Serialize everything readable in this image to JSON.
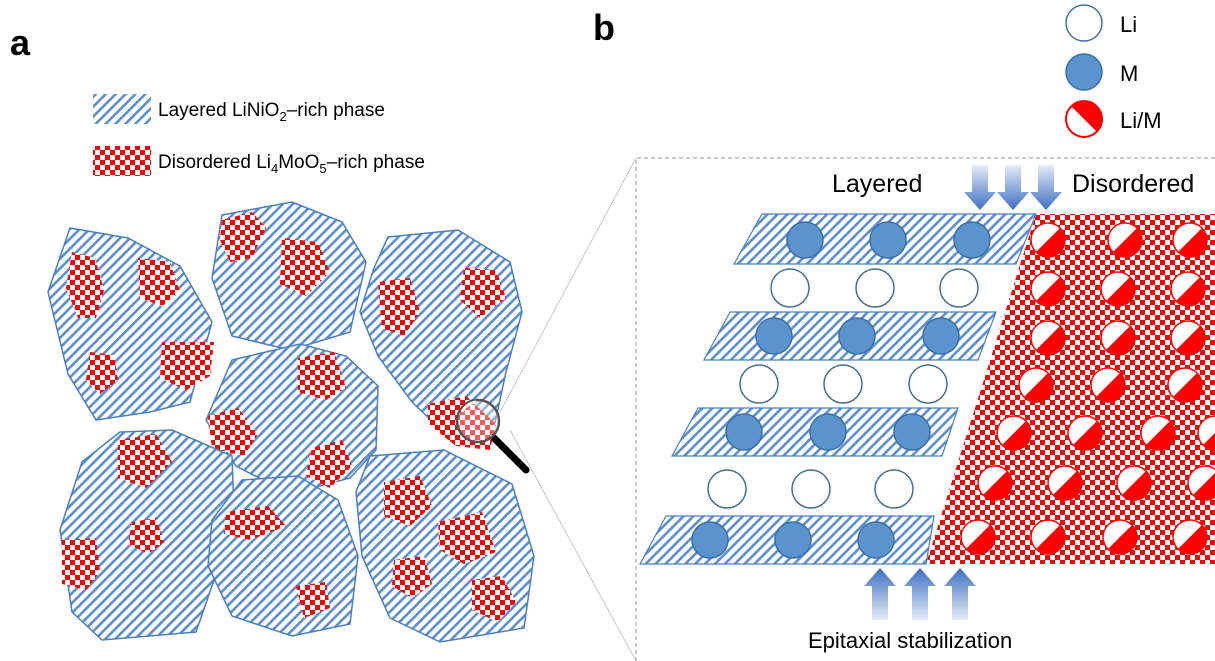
{
  "panel_a": {
    "label": "a",
    "legend": {
      "layered": {
        "text": "Layered LiNiO",
        "sub": "2",
        "tail": "–rich phase"
      },
      "disordered": {
        "text": "Disordered Li",
        "sub1": "4",
        "mid": "MoO",
        "sub2": "5",
        "tail": "–rich phase"
      }
    }
  },
  "panel_b": {
    "label": "b",
    "key": {
      "li": "Li",
      "m": "M",
      "mixed": "Li/M"
    },
    "layered_label": "Layered",
    "disordered_label": "Disordered",
    "bottom_label": "Epitaxial stabilization"
  },
  "colors": {
    "hatch_blue": "#5b8fd0",
    "hatch_outline": "#4a7fc0",
    "checker_red": "#ff0000",
    "m_atom": "#5b93cc",
    "m_atom_stroke": "#3b6ea8",
    "li_atom_stroke": "#41719c",
    "arrow_top": "#3f6fc3",
    "arrow_bottom": "#dbe6f6"
  }
}
